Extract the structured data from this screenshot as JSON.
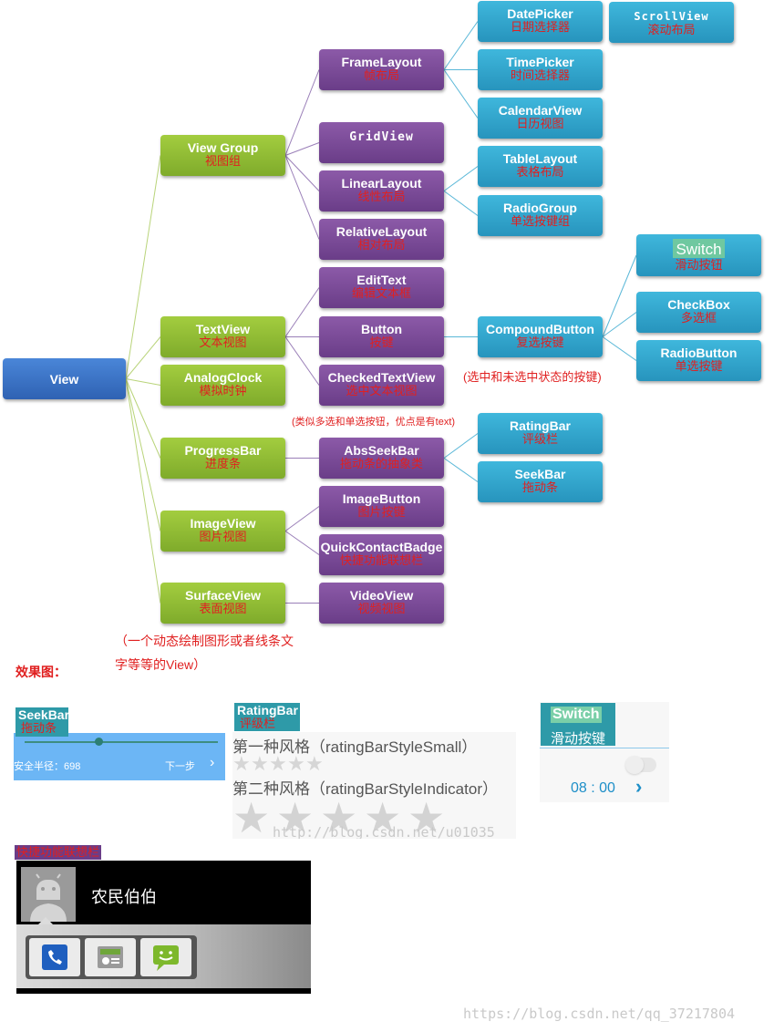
{
  "nodes": {
    "root": {
      "en": "View"
    },
    "viewgroup": {
      "en": "View Group",
      "cn": "视图组"
    },
    "textview": {
      "en": "TextView",
      "cn": "文本视图"
    },
    "analogclock": {
      "en": "AnalogClock",
      "cn": "模拟时钟"
    },
    "progressbar": {
      "en": "ProgressBar",
      "cn": "进度条"
    },
    "imageview": {
      "en": "ImageView",
      "cn": "图片视图"
    },
    "surfaceview": {
      "en": "SurfaceView",
      "cn": "表面视图"
    },
    "framelayout": {
      "en": "FrameLayout",
      "cn": "帧布局"
    },
    "gridview": {
      "en": "GridView"
    },
    "linearlayout": {
      "en": "LinearLayout",
      "cn": "线性布局"
    },
    "relativelayout": {
      "en": "RelativeLayout",
      "cn": "相对布局"
    },
    "edittext": {
      "en": "EditText",
      "cn": "编辑文本框"
    },
    "button": {
      "en": "Button",
      "cn": "按键"
    },
    "checkedtextview": {
      "en": "CheckedTextView",
      "cn": "选中文本视图"
    },
    "absseekbar": {
      "en": "AbsSeekBar",
      "cn": "拖动条的抽象类"
    },
    "imagebutton": {
      "en": "ImageButton",
      "cn": "图片按键"
    },
    "quickcontactbadge": {
      "en": "QuickContactBadge",
      "cn": "快捷功能联想栏"
    },
    "videoview": {
      "en": "VideoView",
      "cn": "视频视图"
    },
    "datepicker": {
      "en": "DatePicker",
      "cn": "日期选择器"
    },
    "timepicker": {
      "en": "TimePicker",
      "cn": "时间选择器"
    },
    "calendarview": {
      "en": "CalendarView",
      "cn": "日历视图"
    },
    "tablelayout": {
      "en": "TableLayout",
      "cn": "表格布局"
    },
    "radiogroup": {
      "en": "RadioGroup",
      "cn": "单选按键组"
    },
    "compoundbutton": {
      "en": "CompoundButton",
      "cn": "复选按键"
    },
    "ratingbar": {
      "en": "RatingBar",
      "cn": "评级栏"
    },
    "seekbar": {
      "en": "SeekBar",
      "cn": "拖动条"
    },
    "scrollview": {
      "en": "ScrollView",
      "cn": "滚动布局"
    },
    "switch": {
      "en": "Switch",
      "cn": "滑动按钮"
    },
    "checkbox": {
      "en": "CheckBox",
      "cn": "多选框"
    },
    "radiobutton": {
      "en": "RadioButton",
      "cn": "单选按键"
    }
  },
  "notes": {
    "compound": "(选中和未选中状态的按键)",
    "checked": "(类似多选和单选按钮，优点是有text)",
    "surface_line1": "（一个动态绘制图形或者线条文",
    "surface_line2": "字等等的View）",
    "effects_title": "效果图："
  },
  "seekbar_demo": {
    "label_en": "SeekBar",
    "label_cn": "拖动条",
    "left_text": "安全半径：698",
    "right_text": "下一步",
    "chevron": "›",
    "progress": 0.38
  },
  "ratingbar_demo": {
    "label_en": "RatingBar",
    "label_cn": "评级栏",
    "style1": "第一种风格（ratingBarStyleSmall）",
    "style2": "第二种风格（ratingBarStyleIndicator）",
    "small_star_count": 5,
    "large_star_count": 5,
    "watermark": "http://blog.csdn.net/u01035"
  },
  "switch_demo": {
    "label_en": "Switch",
    "label_cn": "滑动按键",
    "time": "08 : 00",
    "chevron": "›"
  },
  "qcb_demo": {
    "label_cn": "快捷功能联想栏",
    "name": "农民伯伯"
  },
  "watermark": "https://blog.csdn.net/qq_37217804",
  "colors": {
    "root": "#3a72c6",
    "green": "#8dba33",
    "purple": "#7a4b98",
    "blue": "#33a7cf",
    "red": "#e02020"
  }
}
